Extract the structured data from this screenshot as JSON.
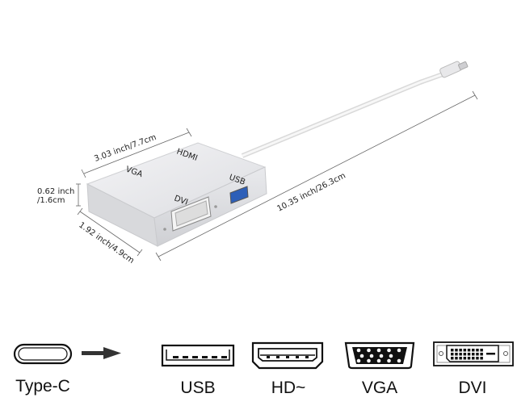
{
  "dimensions": {
    "length": "3.03 inch/7.7cm",
    "height_line1": "0.62 inch",
    "height_line2": "/1.6cm",
    "width": "1.92 inch/4.9cm",
    "total_length": "10.35 inch/26.3cm"
  },
  "port_engravings": {
    "vga": "VGA",
    "hdmi": "HDMI",
    "usb": "USB",
    "dvi": "DVI"
  },
  "ports": [
    {
      "label": "Type-C",
      "icon": "type-c-port-icon"
    },
    {
      "label": "USB",
      "icon": "usb-port-icon"
    },
    {
      "label": "HD~",
      "icon": "hdmi-port-icon"
    },
    {
      "label": "VGA",
      "icon": "vga-port-icon"
    },
    {
      "label": "DVI",
      "icon": "dvi-port-icon"
    }
  ],
  "colors": {
    "body": "#e6e7ea",
    "ink": "#111111",
    "usb_blue": "#2d5fb8"
  }
}
